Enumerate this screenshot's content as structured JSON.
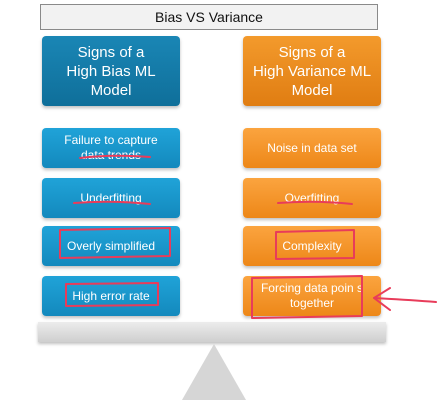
{
  "title": "Bias VS Variance",
  "left": {
    "heading": "Signs of a\nHigh Bias ML\nModel",
    "items": [
      "Failure to capture\ndata trends",
      "Underfitting",
      "Overly simplified",
      "High error rate"
    ]
  },
  "right": {
    "heading": "Signs of a\nHigh Variance ML\nModel",
    "items": [
      "Noise in data set",
      "Overfitting",
      "Complexity",
      "Forcing data poin s\ntogether"
    ]
  },
  "colors": {
    "bias": "#1a86b5",
    "variance": "#f39a2c",
    "annotation": "#e83c5a"
  }
}
